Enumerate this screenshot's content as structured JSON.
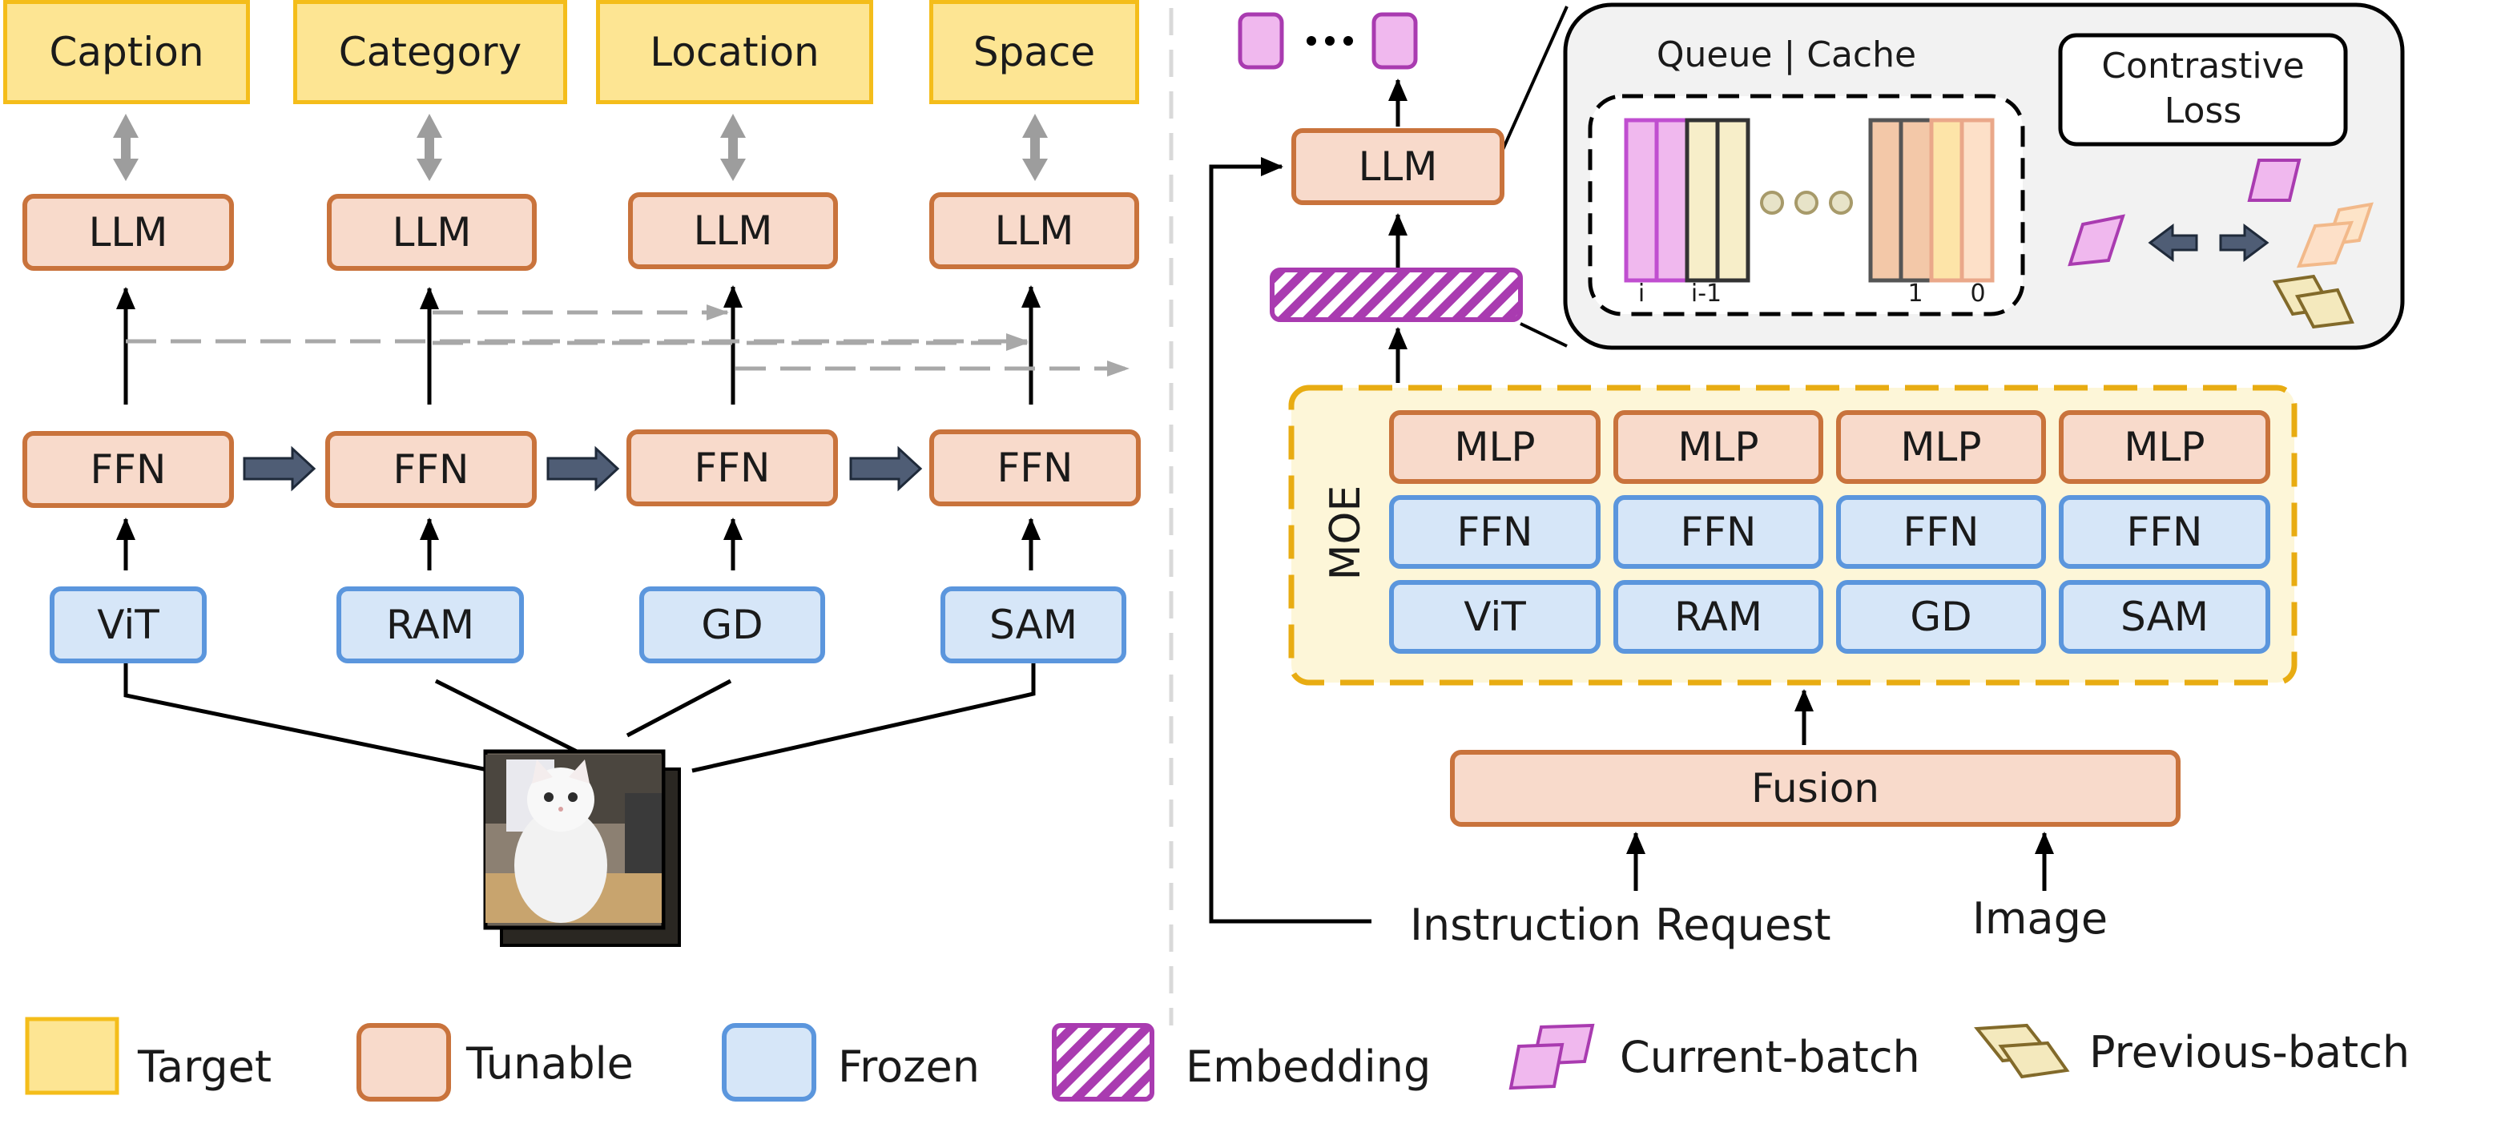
{
  "left_panel": {
    "targets": [
      "Caption",
      "Category",
      "Location",
      "Space"
    ],
    "llm_label": "LLM",
    "ffn_label": "FFN",
    "encoders": [
      "ViT",
      "RAM",
      "GD",
      "SAM"
    ]
  },
  "right_panel": {
    "llm_label": "LLM",
    "moe_label": "MOE",
    "moe_rows": [
      [
        "MLP",
        "MLP",
        "MLP",
        "MLP"
      ],
      [
        "FFN",
        "FFN",
        "FFN",
        "FFN"
      ],
      [
        "ViT",
        "RAM",
        "GD",
        "SAM"
      ]
    ],
    "fusion_label": "Fusion",
    "inputs": {
      "instruction": "Instruction Request",
      "image": "Image"
    },
    "inset": {
      "queue_title": "Queue | Cache",
      "contrastive_loss": "Contrastive\nLoss",
      "index_labels": [
        "i",
        "i-1",
        "1",
        "0"
      ]
    }
  },
  "legend": {
    "items": [
      "Target",
      "Tunable",
      "Frozen",
      "Embedding",
      "Current-batch",
      "Previous-batch"
    ]
  },
  "colors": {
    "target_fill": "#fde593",
    "target_border": "#f4bd1a",
    "tunable_fill": "#f8dacb",
    "tunable_border": "#c9733c",
    "frozen_fill": "#d6e6f8",
    "frozen_border": "#5b96dd",
    "embedding": "#a93bb0",
    "moe_fill": "#fdf6d8",
    "moe_border": "#e8ac12",
    "current_batch": "#f0b8ee",
    "previous_batch": "#eedfa8"
  },
  "icons": {
    "image": "cat-photo-icon"
  }
}
